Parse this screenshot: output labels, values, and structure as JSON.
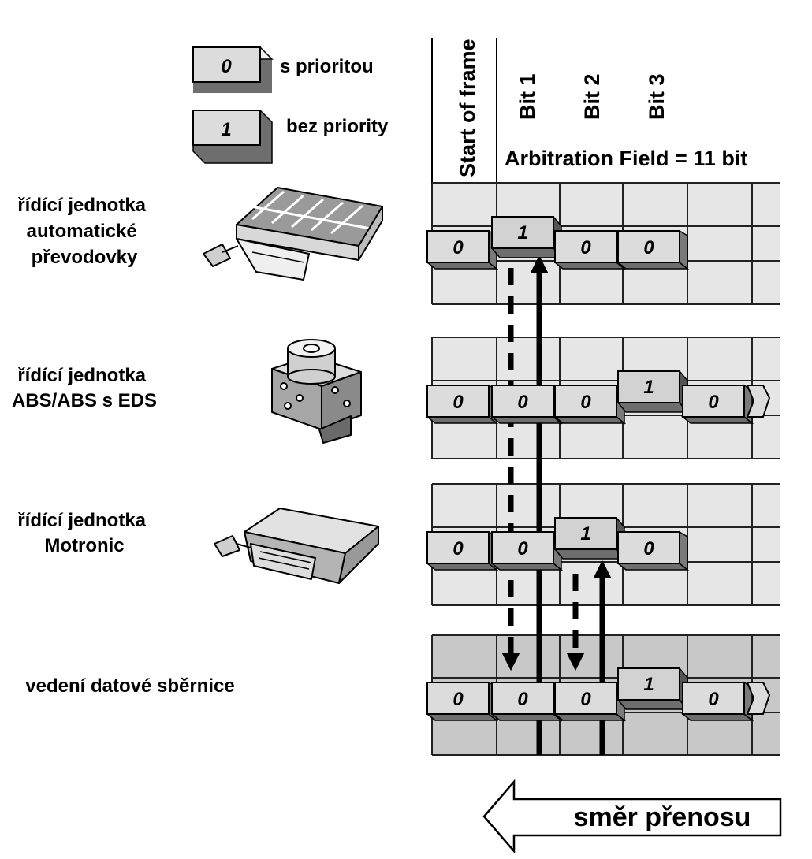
{
  "legend": {
    "items": [
      {
        "bit": "0",
        "text": "s prioritou"
      },
      {
        "bit": "1",
        "text": "bez priority"
      }
    ]
  },
  "header": {
    "start_of_frame": "Start of frame",
    "bit_labels": [
      "Bit 1",
      "Bit 2",
      "Bit 3"
    ],
    "arbitration_field": "Arbitration Field = 11 bit"
  },
  "rows": [
    {
      "label_lines": [
        "řídící jednotka",
        "automatické",
        "převodovky"
      ],
      "device_icon": "transmission-control-unit-icon",
      "bits": [
        "0",
        "1",
        "0",
        "0"
      ],
      "tone": "light"
    },
    {
      "label_lines": [
        "řídící jednotka",
        "ABS/ABS s EDS"
      ],
      "device_icon": "abs-control-unit-icon",
      "bits": [
        "0",
        "0",
        "0",
        "1",
        "0"
      ],
      "tone": "light"
    },
    {
      "label_lines": [
        "řídící jednotka",
        "Motronic"
      ],
      "device_icon": "motronic-control-unit-icon",
      "bits": [
        "0",
        "0",
        "1",
        "0"
      ],
      "tone": "light"
    },
    {
      "label_lines": [
        "vedení datové sběrnice"
      ],
      "device_icon": "",
      "bits": [
        "0",
        "0",
        "0",
        "1",
        "0"
      ],
      "tone": "dark"
    }
  ],
  "direction_label": "směr přenosu",
  "colors": {
    "grid_light": "#e6e6e6",
    "grid_dark": "#c8c8c8",
    "block_zero": "#dcdcdc",
    "block_one": "#d2d2d2",
    "block_shadow": "#6e6e6e"
  }
}
